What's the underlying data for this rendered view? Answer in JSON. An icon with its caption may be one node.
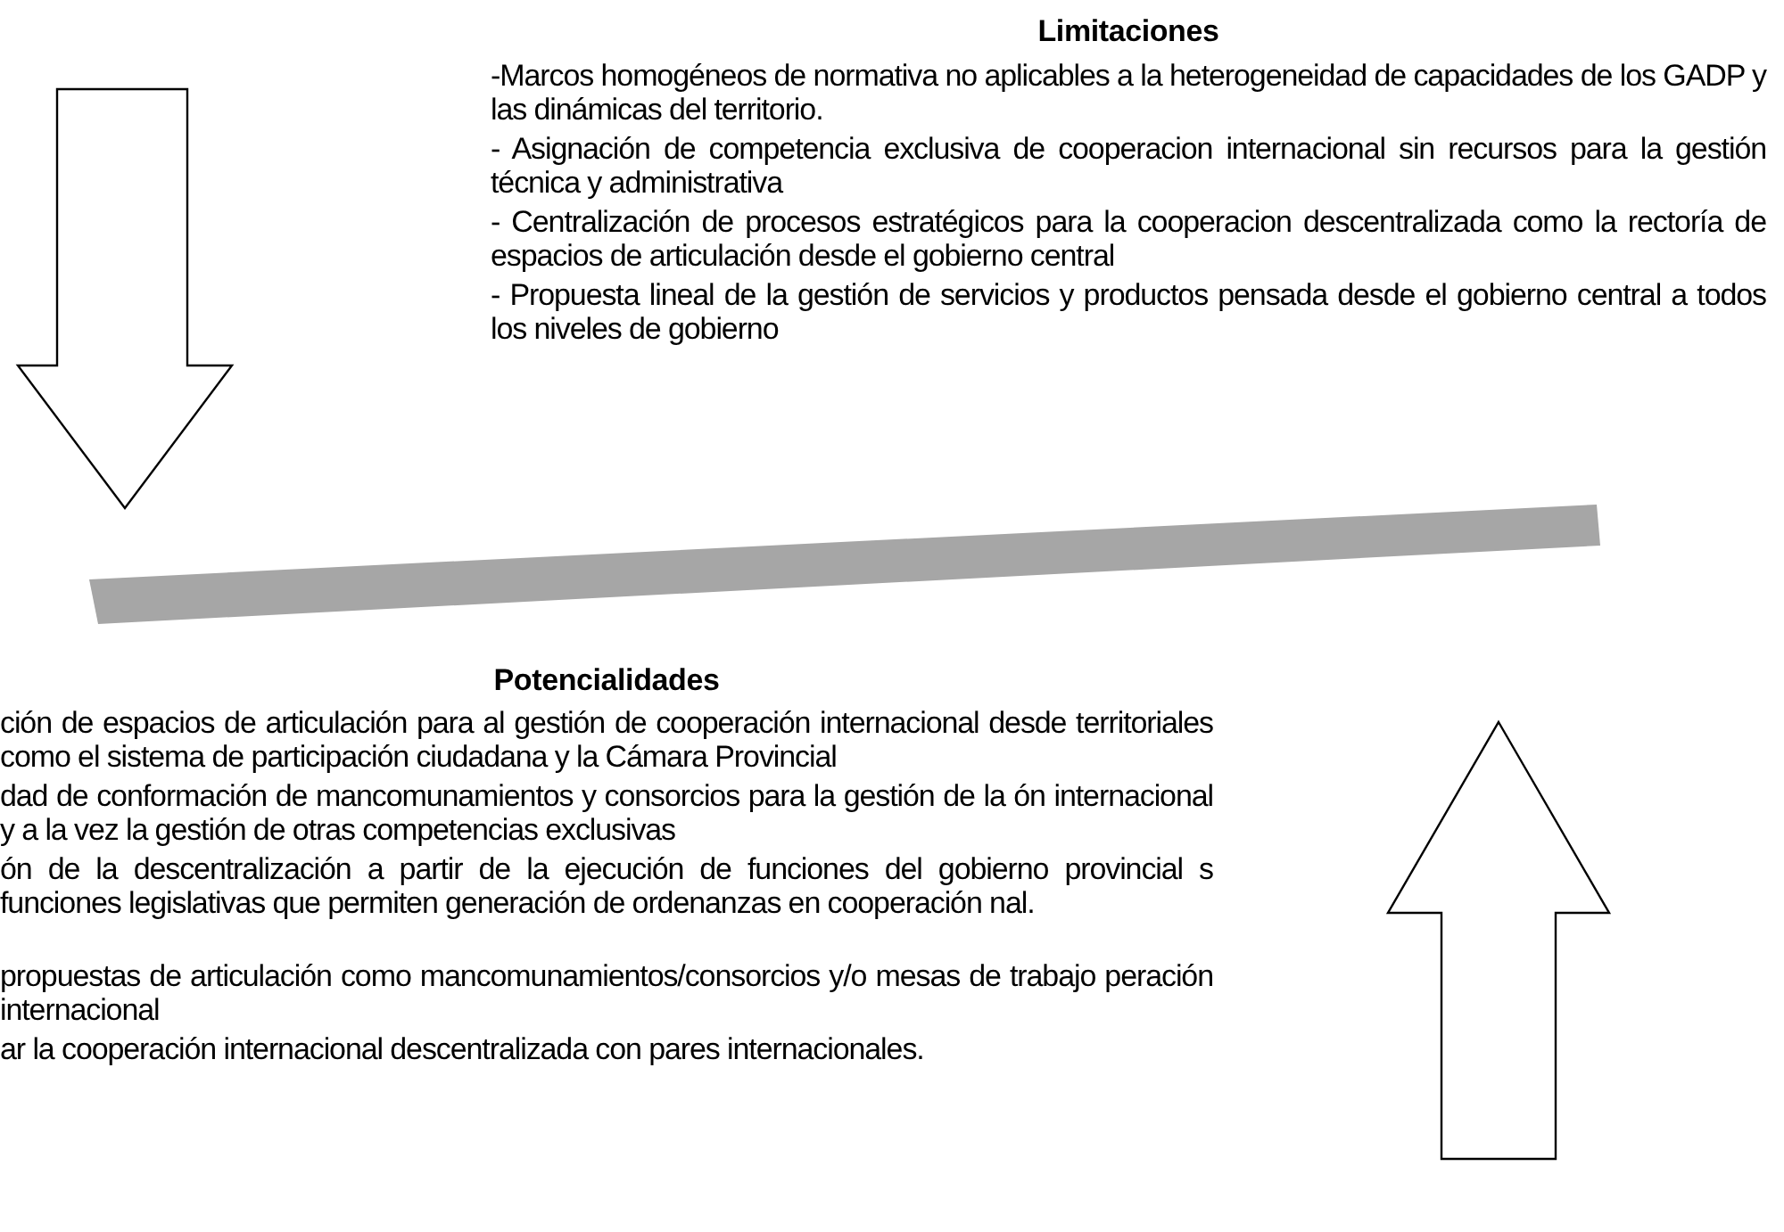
{
  "diagram": {
    "labels": [
      "Limitaciones",
      "-Marcos homogéneos de normativa no aplicables a la heterogeneidad de capacidades de los GADP y las dinámicas del territorio.",
      "- Asignación de competencia exclusiva de cooperacion internacional sin recursos para la gestión técnica y administrativa",
      "- Centralización de procesos estratégicos para la cooperacion descentralizada como la rectoría de espacios de articulación desde el gobierno central",
      "- Propuesta lineal de la gestión de servicios y productos pensada desde el gobierno central a todos los niveles de gobierno",
      "Potencialidades",
      "ción de espacios de articulación para al gestión de cooperación internacional desde territoriales como el sistema de participación ciudadana y la Cámara Provincial",
      "dad de conformación de mancomunamientos y consorcios para la gestión de la ón internacional y a la vez la gestión de otras competencias exclusivas",
      "ón de la descentralización a partir de la ejecución de funciones del gobierno provincial s funciones legislativas que permiten generación de ordenanzas en cooperación nal.",
      "propuestas de articulación como mancomunamientos/consorcios y/o mesas de trabajo peración internacional",
      "ar la cooperación internacional descentralizada con pares internacionales."
    ]
  }
}
